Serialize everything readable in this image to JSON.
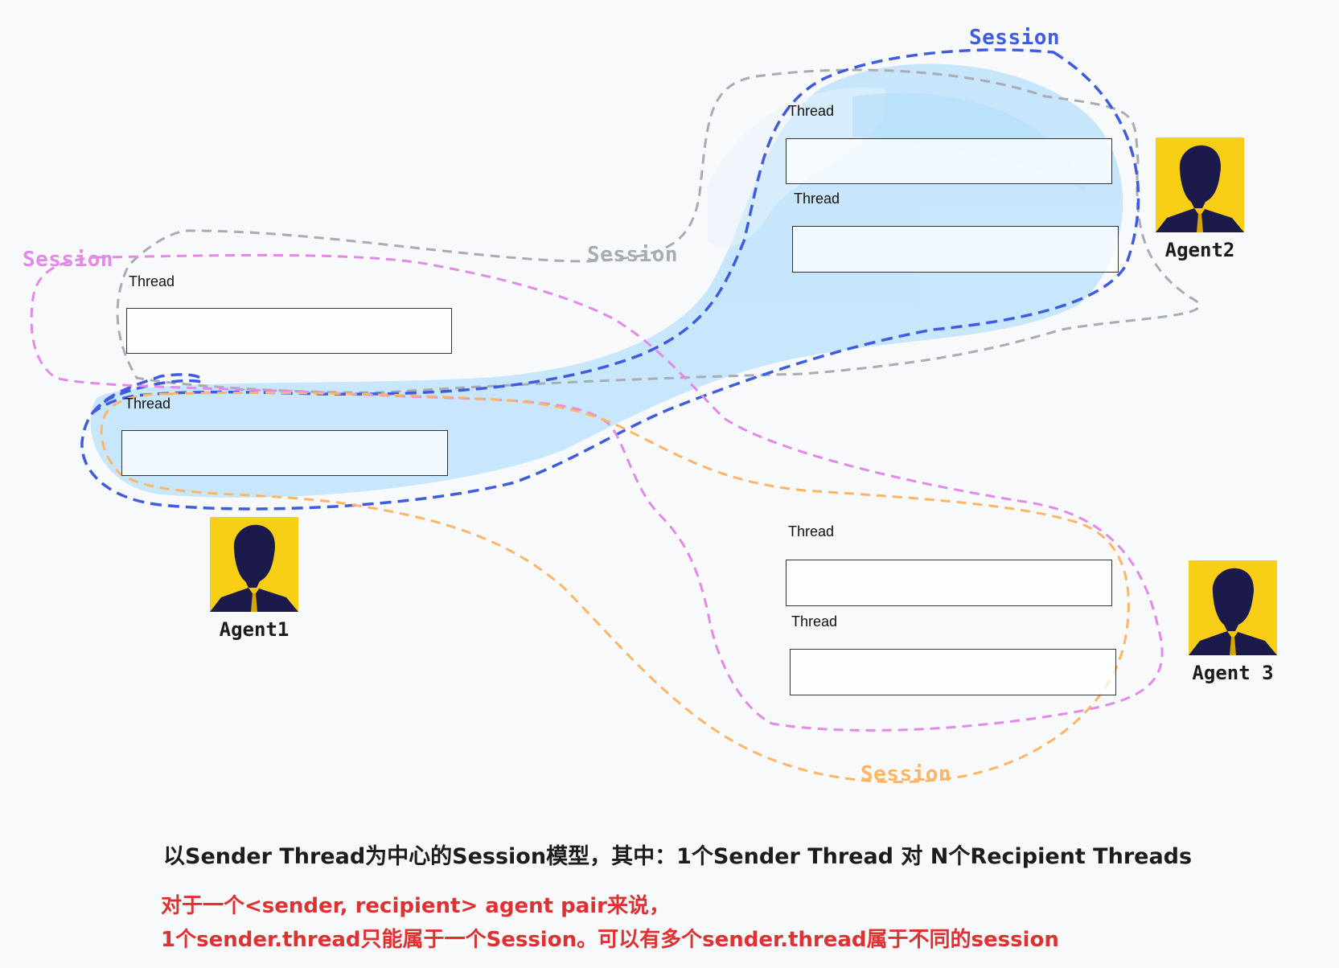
{
  "threads": [
    {
      "id": "a1-t1",
      "label": "Thread"
    },
    {
      "id": "a1-t2",
      "label": "Thread"
    },
    {
      "id": "a2-t1",
      "label": "Thread"
    },
    {
      "id": "a2-t2",
      "label": "Thread"
    },
    {
      "id": "a3-t1",
      "label": "Thread"
    },
    {
      "id": "a3-t2",
      "label": "Thread"
    }
  ],
  "agents": [
    {
      "name": "Agent1"
    },
    {
      "name": "Agent2"
    },
    {
      "name": "Agent 3"
    }
  ],
  "sessions": [
    {
      "label": "Session",
      "color": "#3f5be0"
    },
    {
      "label": "Session",
      "color": "#a8acb3"
    },
    {
      "label": "Session",
      "color": "#e28ae8"
    },
    {
      "label": "Session",
      "color": "#ffb566"
    }
  ],
  "captions": {
    "main": "以Sender Thread为中心的Session模型，其中：1个Sender Thread 对 N个Recipient Threads",
    "note_line1": "对于一个<sender, recipient> agent pair来说，",
    "note_line2": "1个sender.thread只能属于一个Session。可以有多个sender.thread属于不同的session"
  },
  "colors": {
    "highlight_fill": "#bfe3fb",
    "main_caption": "#1c1c1c",
    "note_caption": "#e03131",
    "avatar_bg": "#f5c400",
    "avatar_silhouette": "#1c1a4a"
  },
  "icons": {
    "avatar": "person-silhouette-icon"
  }
}
